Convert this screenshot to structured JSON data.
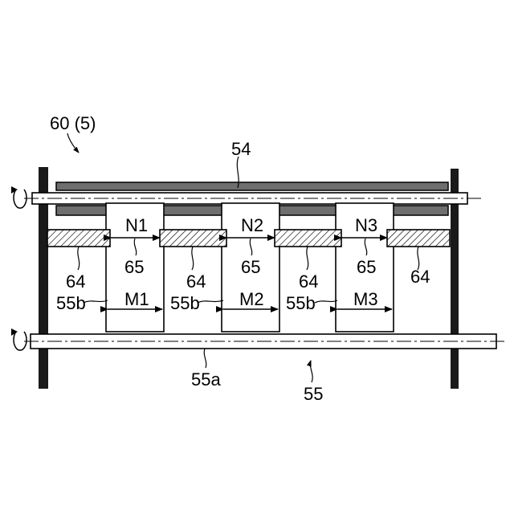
{
  "labels": {
    "assembly": "60 (5)",
    "upper_roller": "54",
    "gap_n1": "N1",
    "gap_n2": "N2",
    "gap_n3": "N3",
    "gap_m1": "M1",
    "gap_m2": "M2",
    "gap_m3": "M3",
    "blade_1": "64",
    "blade_2": "64",
    "blade_3": "64",
    "blade_4": "64",
    "spacer_1": "65",
    "spacer_2": "65",
    "spacer_3": "65",
    "disc_1": "55b",
    "disc_2": "55b",
    "disc_3": "55b",
    "lower_shaft": "55a",
    "lower_roller": "55"
  }
}
